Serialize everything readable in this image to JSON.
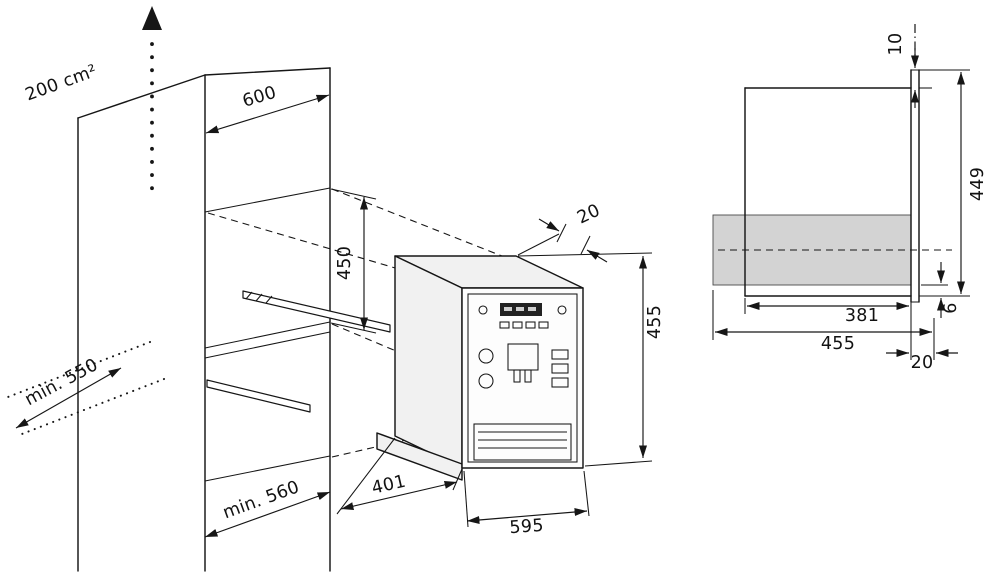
{
  "iso": {
    "vent_area": "200 cm²",
    "cabinet_width": "600",
    "niche_height": "450",
    "trim_gap": "20",
    "appliance_height": "455",
    "min_side_depth": "min. 550",
    "min_niche_depth": "min. 560",
    "body_depth": "401",
    "appliance_width": "595"
  },
  "side": {
    "top_overlap": "10",
    "panel_height": "449",
    "inner_depth": "381",
    "bottom_gap": "6",
    "outer_depth": "455",
    "trim_thickness": "20"
  }
}
